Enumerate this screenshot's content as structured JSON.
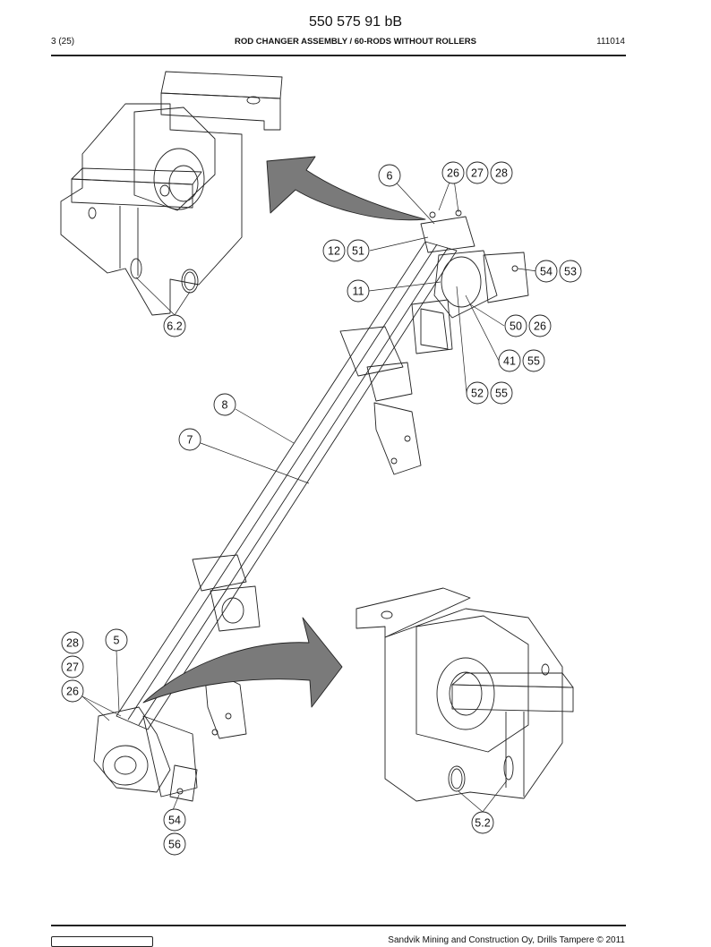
{
  "header": {
    "doc_number": "550 575 91 bB",
    "page": "3 (25)",
    "title": "ROD CHANGER ASSEMBLY / 60-RODS WITHOUT ROLLERS",
    "date": "111014"
  },
  "callouts": [
    "6",
    "26",
    "27",
    "28",
    "12",
    "51",
    "54",
    "53",
    "11",
    "50",
    "26",
    "41",
    "55",
    "52",
    "55",
    "8",
    "7",
    "6.2",
    "5",
    "28",
    "27",
    "26",
    "54",
    "56",
    "5.2"
  ],
  "footer": {
    "copyright": "Sandvik Mining and Construction Oy, Drills Tampere © 2011"
  }
}
